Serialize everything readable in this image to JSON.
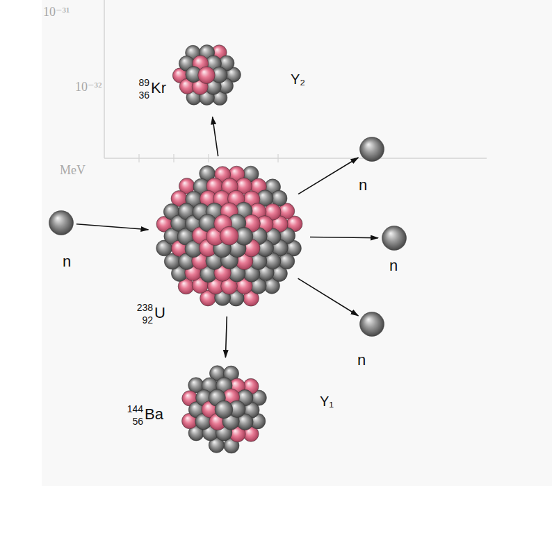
{
  "diagram": {
    "nodes": [
      {
        "text": [
          "89",
          "36",
          "Kr",
          "Y₂"
        ]
      },
      {
        "text": [
          "n"
        ]
      },
      {
        "text": [
          "n"
        ]
      },
      {
        "text": [
          "238",
          "92",
          "U"
        ]
      },
      {
        "text": [
          "n"
        ]
      },
      {
        "text": [
          "n"
        ]
      },
      {
        "text": [
          "144",
          "56",
          "Ba",
          "Y₁"
        ]
      }
    ],
    "edges": [
      {
        "from": 2,
        "to": 3,
        "arrow": "to"
      },
      {
        "from": 3,
        "to": 0,
        "arrow": "to"
      },
      {
        "from": 3,
        "to": 1,
        "arrow": "to"
      },
      {
        "from": 3,
        "to": 4,
        "arrow": "to"
      },
      {
        "from": 3,
        "to": 5,
        "arrow": "to"
      },
      {
        "from": 3,
        "to": 6,
        "arrow": "to"
      }
    ],
    "labels": [
      "10⁻³¹",
      "10⁻³²",
      "MeV"
    ]
  }
}
